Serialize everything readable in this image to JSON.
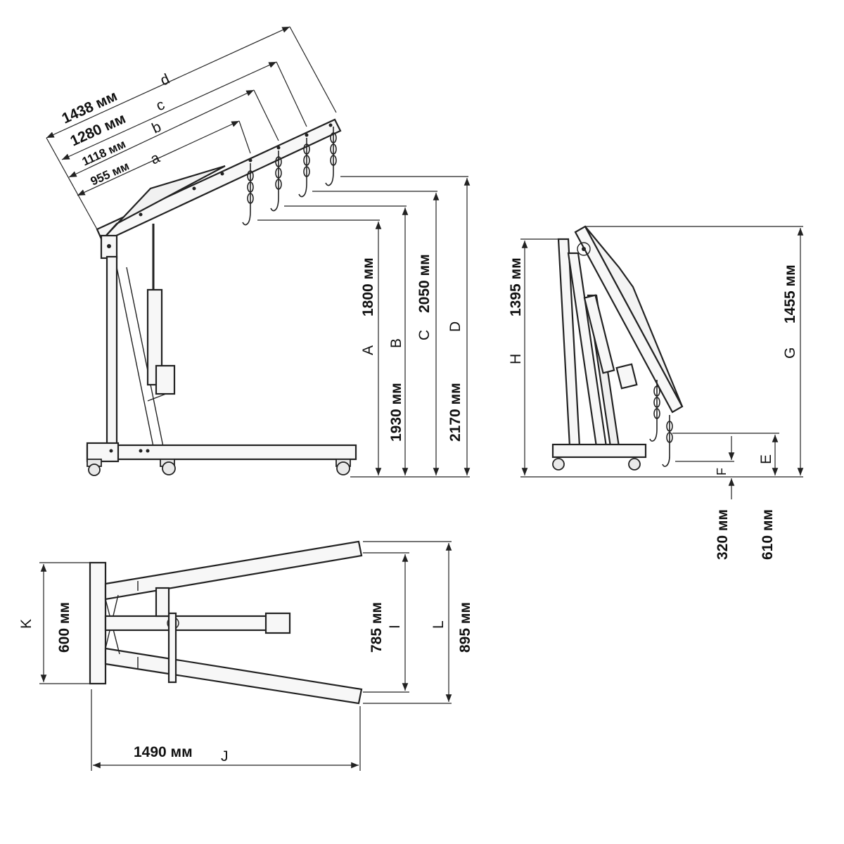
{
  "side_view": {
    "boom_dims": [
      {
        "value": "1438 мм",
        "letter": "d"
      },
      {
        "value": "1280 мм",
        "letter": "c"
      },
      {
        "value": "1118 мм",
        "letter": "b"
      },
      {
        "value": "955 мм",
        "letter": "a"
      }
    ],
    "heights": [
      {
        "letter": "A",
        "value": "1800 мм"
      },
      {
        "letter": "B",
        "value": "1930 мм"
      },
      {
        "letter": "C",
        "value": "2050 мм"
      },
      {
        "letter": "D",
        "value": "2170 мм"
      }
    ]
  },
  "folded_view": {
    "H": {
      "letter": "H",
      "value": "1395 мм"
    },
    "G": {
      "letter": "G",
      "value": "1455 мм"
    },
    "F": {
      "letter": "F",
      "value": "320 мм"
    },
    "E": {
      "letter": "E",
      "value": "610 мм"
    }
  },
  "top_view": {
    "K": {
      "letter": "K",
      "value": "600 мм"
    },
    "I": {
      "letter": "I",
      "value": "785 мм"
    },
    "L": {
      "letter": "L",
      "value": "895 мм"
    },
    "J": {
      "letter": "J",
      "value": "1490 мм"
    }
  }
}
